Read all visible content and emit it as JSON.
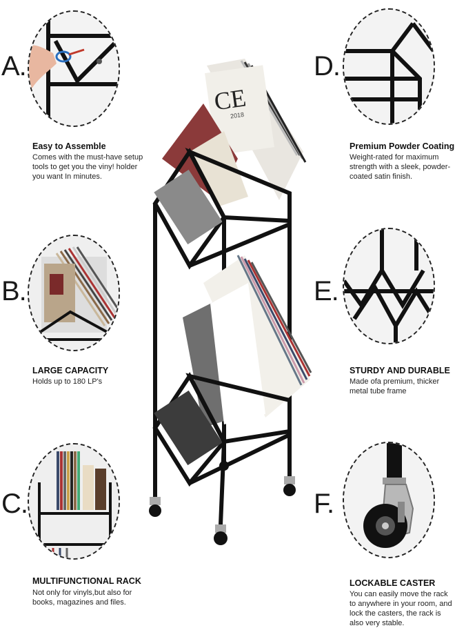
{
  "features": {
    "a": {
      "letter": "A.",
      "title": "Easy to Assemble",
      "desc": "Comes with the must-have setup tools to get you the viny! holder you want In minutes."
    },
    "b": {
      "letter": "B.",
      "title": "LARGE CAPACITY",
      "desc": "Holds up to 180 LP's"
    },
    "c": {
      "letter": "C.",
      "title": "MULTIFUNCTIONAL RACK",
      "desc": "Not only for vinyls,but also for books, magazines and files."
    },
    "d": {
      "letter": "D.",
      "title": "Premium Powder Coating",
      "desc": "Weight-rated for maximum strength with a sleek, powder-coated satin finish."
    },
    "e": {
      "letter": "E.",
      "title": "STURDY AND DURABLE",
      "desc": "Made ofa premium, thicker metal tube frame"
    },
    "f": {
      "letter": "F.",
      "title": "LOCKABLE CASTER",
      "desc": "You can easily move the rack to anywhere in your room, and lock the casters, the rack is also very stable."
    }
  },
  "product_image": {
    "cover_text": "CE",
    "cover_year": "2018"
  },
  "colors": {
    "frame": "#111111",
    "accent": "#2a6fbf",
    "fabric": "#8a8a8a"
  }
}
